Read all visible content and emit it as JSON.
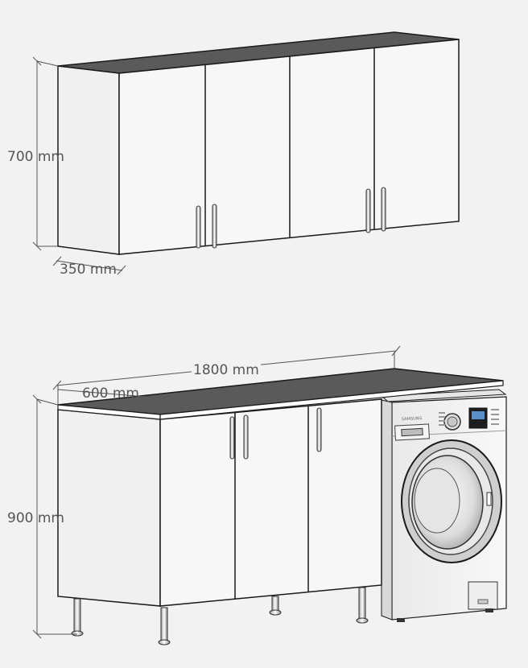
{
  "upper_cabinet": {
    "height_label": "700 mm",
    "depth_label": "350 mm"
  },
  "lower_cabinet": {
    "length_label": "1800 mm",
    "depth_label": "600 mm",
    "height_label": "900 mm"
  },
  "washing_machine": {
    "brand_text": "SAMSUNG"
  },
  "colors": {
    "background": "#f2f2f2",
    "cabinet_front": "#f7f7f7",
    "cabinet_side": "#f0f0f0",
    "countertop": "#5a5a5a",
    "outline": "#1a1a1a",
    "dimension_line": "#555555"
  }
}
